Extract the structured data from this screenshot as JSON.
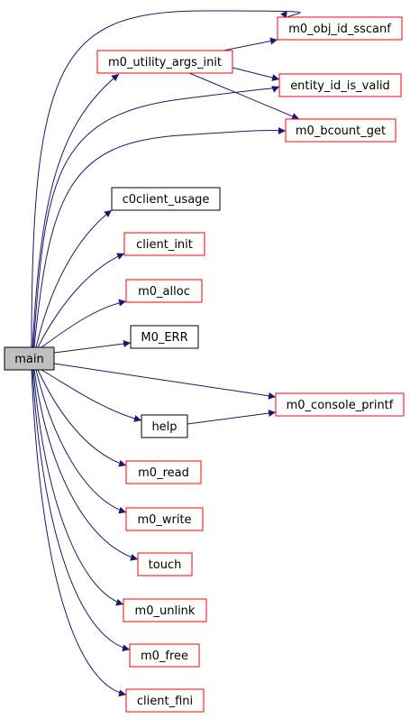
{
  "graph": {
    "root": {
      "id": "main",
      "label": "main",
      "fill": "#bfbfbf",
      "border": "#000000"
    },
    "nodes": [
      {
        "id": "m0_obj_id_sscanf",
        "label": "m0_obj_id_sscanf",
        "border": "#ff0000"
      },
      {
        "id": "m0_utility_args_init",
        "label": "m0_utility_args_init",
        "border": "#ff0000"
      },
      {
        "id": "entity_id_is_valid",
        "label": "entity_id_is_valid",
        "border": "#ff0000"
      },
      {
        "id": "m0_bcount_get",
        "label": "m0_bcount_get",
        "border": "#ff0000"
      },
      {
        "id": "c0client_usage",
        "label": "c0client_usage",
        "border": "#000000"
      },
      {
        "id": "client_init",
        "label": "client_init",
        "border": "#ff0000"
      },
      {
        "id": "m0_alloc",
        "label": "m0_alloc",
        "border": "#ff0000"
      },
      {
        "id": "M0_ERR",
        "label": "M0_ERR",
        "border": "#000000"
      },
      {
        "id": "m0_console_printf",
        "label": "m0_console_printf",
        "border": "#ff0000"
      },
      {
        "id": "help",
        "label": "help",
        "border": "#000000"
      },
      {
        "id": "m0_read",
        "label": "m0_read",
        "border": "#ff0000"
      },
      {
        "id": "m0_write",
        "label": "m0_write",
        "border": "#ff0000"
      },
      {
        "id": "touch",
        "label": "touch",
        "border": "#ff0000"
      },
      {
        "id": "m0_unlink",
        "label": "m0_unlink",
        "border": "#ff0000"
      },
      {
        "id": "m0_free",
        "label": "m0_free",
        "border": "#ff0000"
      },
      {
        "id": "client_fini",
        "label": "client_fini",
        "border": "#ff0000"
      }
    ],
    "edges": [
      [
        "main",
        "m0_obj_id_sscanf"
      ],
      [
        "main",
        "m0_utility_args_init"
      ],
      [
        "main",
        "entity_id_is_valid"
      ],
      [
        "main",
        "m0_bcount_get"
      ],
      [
        "main",
        "c0client_usage"
      ],
      [
        "main",
        "client_init"
      ],
      [
        "main",
        "m0_alloc"
      ],
      [
        "main",
        "M0_ERR"
      ],
      [
        "main",
        "m0_console_printf"
      ],
      [
        "main",
        "help"
      ],
      [
        "main",
        "m0_read"
      ],
      [
        "main",
        "m0_write"
      ],
      [
        "main",
        "touch"
      ],
      [
        "main",
        "m0_unlink"
      ],
      [
        "main",
        "m0_free"
      ],
      [
        "main",
        "client_fini"
      ],
      [
        "m0_utility_args_init",
        "m0_obj_id_sscanf"
      ],
      [
        "m0_utility_args_init",
        "entity_id_is_valid"
      ],
      [
        "m0_utility_args_init",
        "m0_bcount_get"
      ],
      [
        "help",
        "m0_console_printf"
      ]
    ],
    "edge_color": "#191970"
  }
}
